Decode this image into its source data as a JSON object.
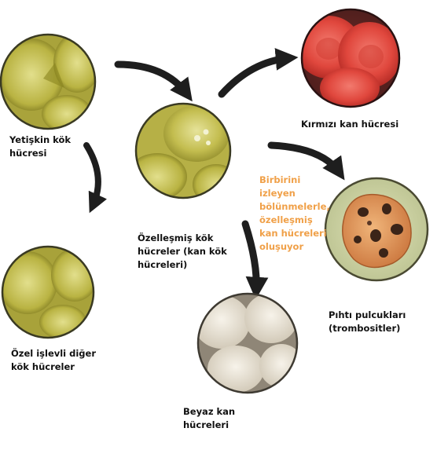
{
  "labels": {
    "adult_stem_cell": [
      "Yetişkin kök",
      "hücresi"
    ],
    "specialized_stem_cells": [
      "Özelleşmiş kök",
      "hücreler (kan kök",
      "hücreleri)"
    ],
    "other_stem_cells": [
      "Özel işlevli diğer",
      "kök hücreler"
    ],
    "red_blood_cell": [
      "Kırmızı kan hücresi"
    ],
    "platelets": [
      "Pıhtı pulcukları",
      "(trombositler)"
    ],
    "white_blood_cells": [
      "Beyaz kan",
      "hücreleri"
    ]
  },
  "note": [
    "Birbirini",
    "izleyen",
    "bölünmelerle,",
    "özelleşmiş",
    "kan hücreleri",
    "oluşuyor"
  ],
  "colors": {
    "note_text": "#f0a048",
    "arrow": "#1e1e1e",
    "label_text": "#111111",
    "stem_cell_fill": "#c9c45a",
    "red_cell_fill": "#e0483e",
    "platelet_fill": "#e39b5e",
    "white_cell_fill": "#ece6d8"
  }
}
